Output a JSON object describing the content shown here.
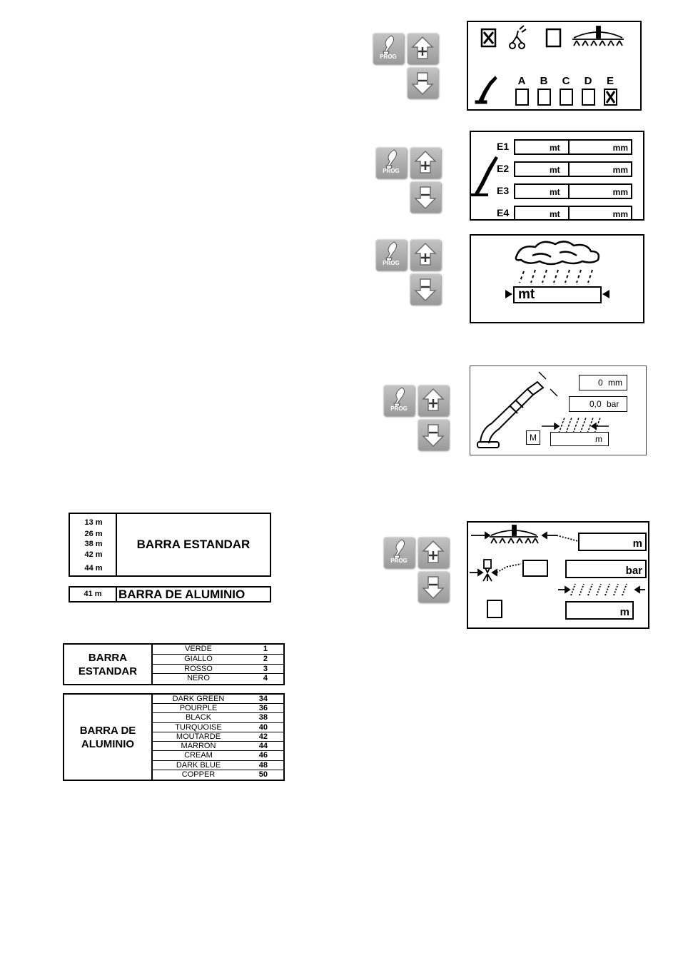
{
  "keys": {
    "prog_label": "PROG",
    "prog_icon": "feather-pen-icon",
    "plus_icon": "arrow-up-plus-icon",
    "minus_icon": "arrow-down-minus-icon"
  },
  "screen1": {
    "section_letters": [
      "A",
      "B",
      "C",
      "D",
      "E"
    ],
    "checked_section": "E"
  },
  "screen2": {
    "rows": [
      {
        "label": "E1",
        "unit1": "mt",
        "unit2": "mm"
      },
      {
        "label": "E2",
        "unit1": "mt",
        "unit2": "mm"
      },
      {
        "label": "E3",
        "unit1": "mt",
        "unit2": "mm"
      },
      {
        "label": "E4",
        "unit1": "mt",
        "unit2": "mm"
      }
    ]
  },
  "screen3": {
    "field_text": "mt"
  },
  "screen4": {
    "nozzle_value": "0",
    "nozzle_unit": "mm",
    "pressure_value": "0,0",
    "pressure_unit": "bar",
    "mode_label": "M",
    "width_unit": "m"
  },
  "screen5": {
    "boom_unit": "m",
    "pressure_unit": "bar",
    "width_unit": "m"
  },
  "bar_table": {
    "lengths": [
      "13 m",
      "26 m",
      "38 m",
      "42 m",
      "44 m"
    ],
    "name": "BARRA ESTANDAR"
  },
  "alu_table": {
    "length": "41 m",
    "name": "BARRA DE ALUMINIO"
  },
  "estandar_colors": {
    "title_line1": "BARRA",
    "title_line2": "ESTANDAR",
    "rows": [
      {
        "name": "VERDE",
        "num": "1"
      },
      {
        "name": "GIALLO",
        "num": "2"
      },
      {
        "name": "ROSSO",
        "num": "3"
      },
      {
        "name": "NERO",
        "num": "4"
      }
    ]
  },
  "alu_colors": {
    "title_line1": "BARRA DE",
    "title_line2": "ALUMINIO",
    "rows": [
      {
        "name": "DARK GREEN",
        "num": "34"
      },
      {
        "name": "POURPLE",
        "num": "36"
      },
      {
        "name": "BLACK",
        "num": "38"
      },
      {
        "name": "TURQUOISE",
        "num": "40"
      },
      {
        "name": "MOUTARDE",
        "num": "42"
      },
      {
        "name": "MARRON",
        "num": "44"
      },
      {
        "name": "CREAM",
        "num": "46"
      },
      {
        "name": "DARK BLUE",
        "num": "48"
      },
      {
        "name": "COPPER",
        "num": "50"
      }
    ]
  }
}
